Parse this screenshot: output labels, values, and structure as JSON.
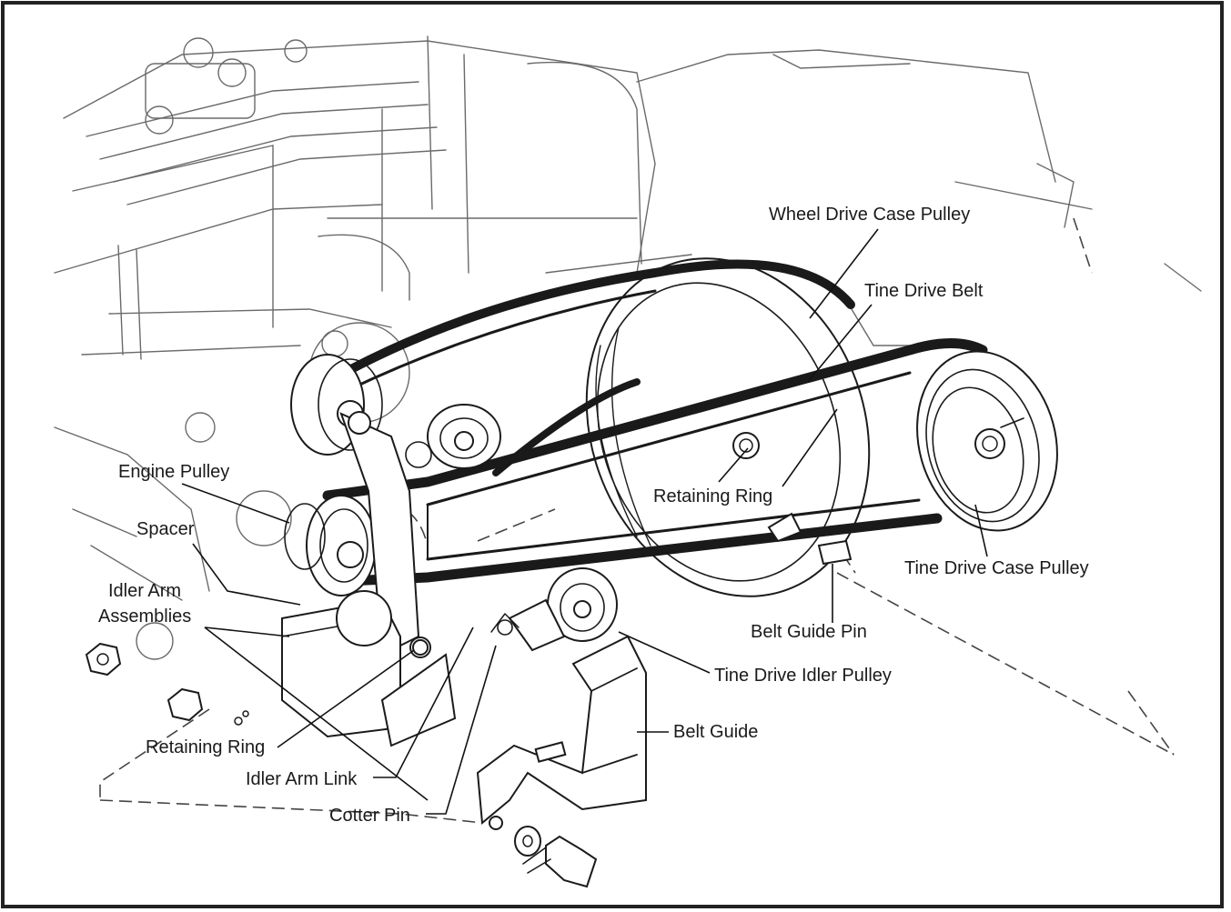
{
  "labels": {
    "wheel_drive_case_pulley": "Wheel Drive Case Pulley",
    "tine_drive_belt": "Tine Drive Belt",
    "engine_pulley": "Engine Pulley",
    "retaining_ring_upper": "Retaining Ring",
    "spacer": "Spacer",
    "tine_drive_case_pulley": "Tine Drive Case Pulley",
    "idler_arm": "Idler Arm",
    "assemblies": "Assemblies",
    "belt_guide_pin": "Belt Guide Pin",
    "tine_drive_idler_pulley": "Tine Drive Idler Pulley",
    "belt_guide": "Belt Guide",
    "retaining_ring_lower": "Retaining Ring",
    "idler_arm_link": "Idler Arm Link",
    "cotter_pin": "Cotter Pin"
  },
  "colors": {
    "ink": "#1b1b1b",
    "paper": "#ffffff",
    "ghost": "#6a6a6a"
  }
}
